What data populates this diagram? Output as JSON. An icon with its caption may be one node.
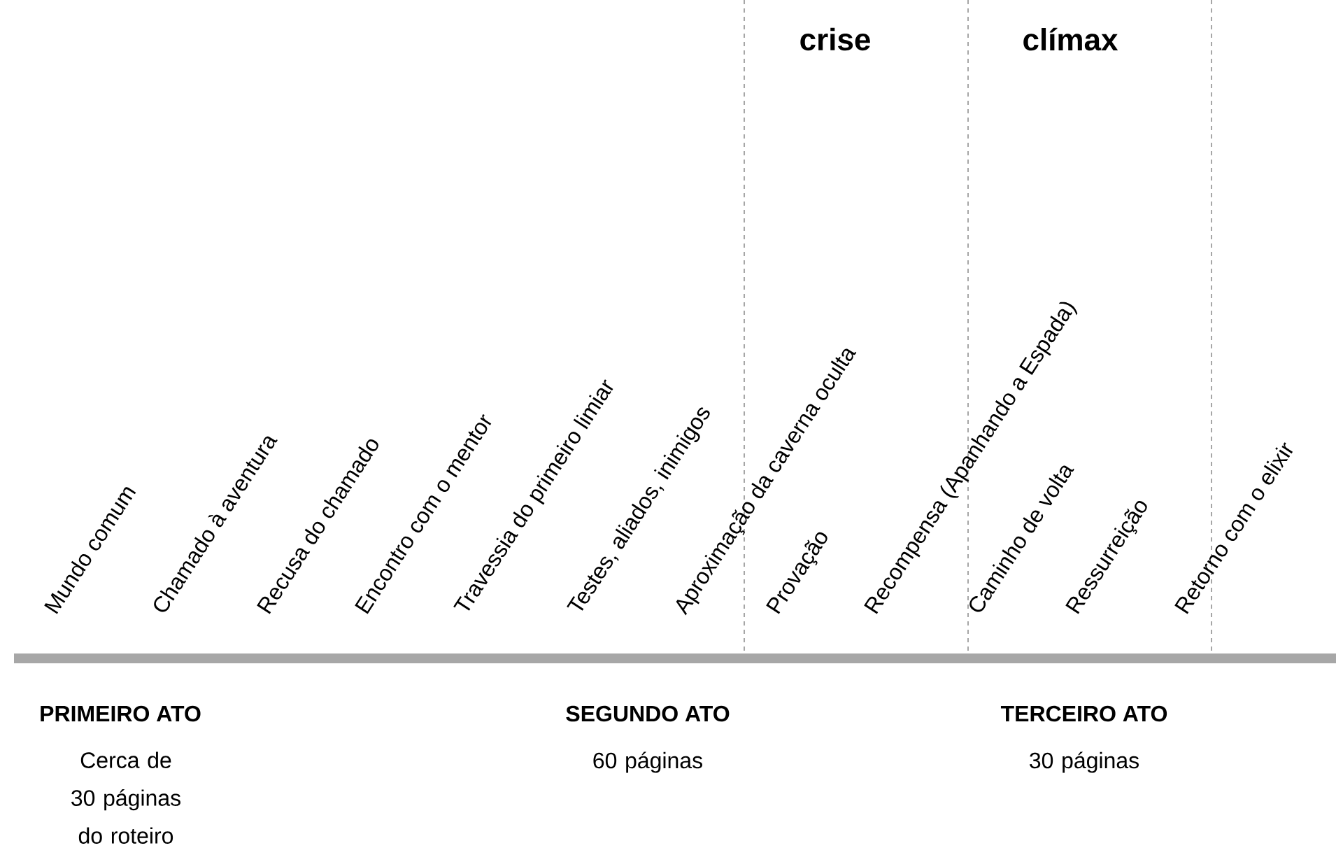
{
  "diagram": {
    "labels": [
      "crise",
      "clímax",
      "Mundo comum",
      "Chamado à aventura",
      "Recusa do chamado",
      "Encontro com o mentor",
      "Travessia do primeiro limiar",
      "Testes, aliados, inimigos",
      "Aproximação da caverna oculta",
      "Provação",
      "Recompensa (Apanhando a Espada)",
      "Caminho de volta",
      "Ressurreição",
      "Retorno com o elixir",
      "PRIMEIRO ATO",
      "SEGUNDO ATO",
      "TERCEIRO ATO",
      "Cerca de 30 páginas do roteiro",
      "60 páginas",
      "30 páginas"
    ]
  }
}
